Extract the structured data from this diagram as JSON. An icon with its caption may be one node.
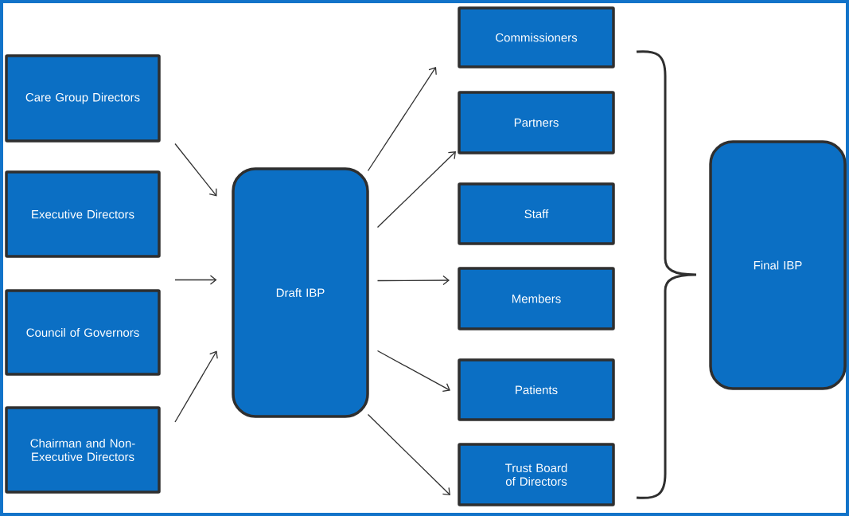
{
  "diagram": {
    "nodes": [
      {
        "text": [
          "Care Group Directors"
        ]
      },
      {
        "text": [
          "Executive Directors"
        ]
      },
      {
        "text": [
          "Council of Governors"
        ]
      },
      {
        "text": [
          "Chairman and Non-Executive Directors"
        ]
      },
      {
        "text": [
          "Draft IBP"
        ]
      },
      {
        "text": [
          "Commissioners"
        ]
      },
      {
        "text": [
          "Partners"
        ]
      },
      {
        "text": [
          "Staff"
        ]
      },
      {
        "text": [
          "Members"
        ]
      },
      {
        "text": [
          "Patients"
        ]
      },
      {
        "text": [
          "Trust Board of Directors"
        ]
      },
      {
        "text": [
          "Final IBP"
        ]
      }
    ],
    "edges": [
      {
        "from": 0,
        "to": 4,
        "arrow": "to"
      },
      {
        "from": 2,
        "to": 4,
        "arrow": "to"
      },
      {
        "from": 3,
        "to": 4,
        "arrow": "to"
      },
      {
        "from": 4,
        "to": 5,
        "arrow": "to"
      },
      {
        "from": 4,
        "to": 6,
        "arrow": "to"
      },
      {
        "from": 4,
        "to": 8,
        "arrow": "to"
      },
      {
        "from": 4,
        "to": 9,
        "arrow": "to"
      },
      {
        "from": 4,
        "to": 10,
        "arrow": "to"
      }
    ]
  }
}
